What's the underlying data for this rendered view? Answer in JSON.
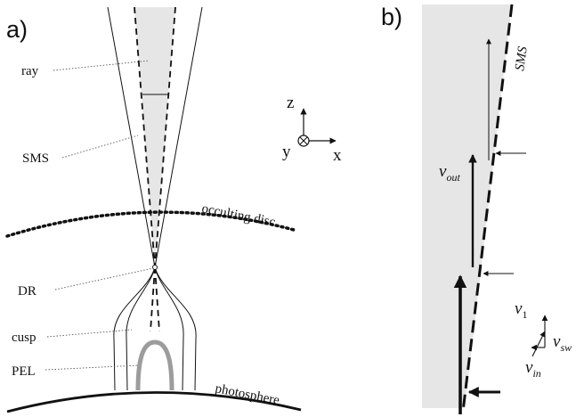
{
  "panel_a": {
    "panel_label": "a)",
    "labels": {
      "ray": "ray",
      "sms": "SMS",
      "occulting_disc": "occulting disc",
      "dr": "DR",
      "cusp": "cusp",
      "pel": "PEL",
      "photosphere": "photosphere"
    },
    "axes": {
      "z": "z",
      "y": "y",
      "x": "x"
    }
  },
  "panel_b": {
    "panel_label": "b)",
    "labels": {
      "sms": "SMS",
      "v_out_base": "v",
      "v_out_sub": "out",
      "v1_base": "v",
      "v1_sub": "1",
      "vsw_base": "v",
      "vsw_sub": "sw",
      "vin_base": "v",
      "vin_sub": "in"
    }
  },
  "colors": {
    "shade": "#e6e6e6",
    "pel": "#9c9c9c",
    "ink": "#111111"
  }
}
